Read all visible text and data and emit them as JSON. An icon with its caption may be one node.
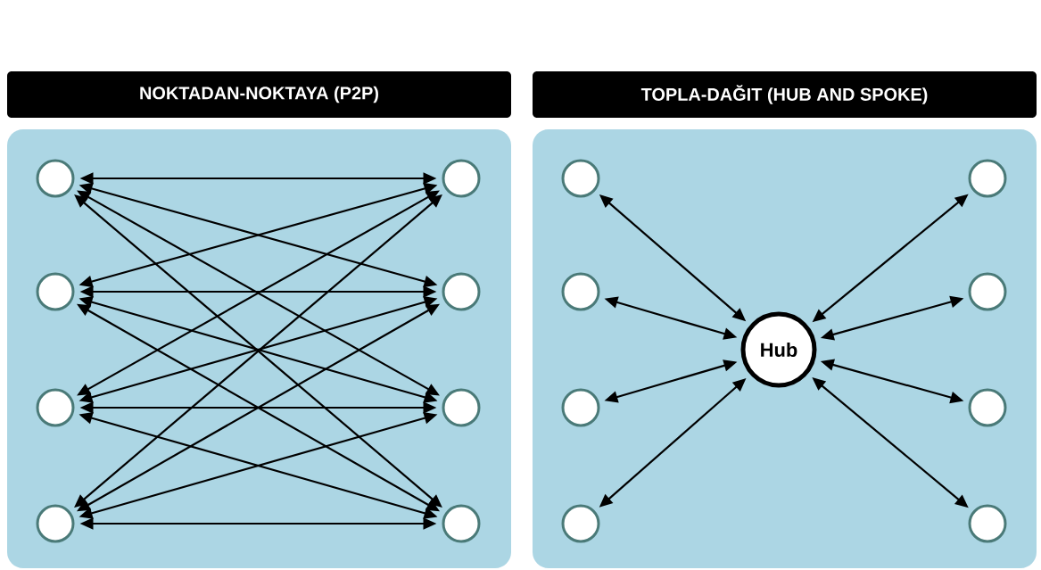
{
  "diagram": {
    "nodes": [
      {
        "text": [
          "NOKTADAN-NOKTAYA (P2P)"
        ]
      },
      {
        "text": [],
        "shape": "box"
      },
      {
        "text": [],
        "shape": "circle",
        "in": 1
      },
      {
        "text": [],
        "shape": "circle",
        "in": 1
      },
      {
        "text": [],
        "shape": "circle",
        "in": 1
      },
      {
        "text": [],
        "shape": "circle",
        "in": 1
      },
      {
        "text": [],
        "shape": "circle",
        "in": 1
      },
      {
        "text": [],
        "shape": "circle",
        "in": 1
      },
      {
        "text": [],
        "shape": "circle",
        "in": 1
      },
      {
        "text": [],
        "shape": "circle",
        "in": 1
      },
      {
        "text": [
          "TOPLA-DAĞIT (HUB AND SPOKE)"
        ]
      },
      {
        "text": [],
        "shape": "box"
      },
      {
        "text": [],
        "shape": "circle",
        "in": 11
      },
      {
        "text": [],
        "shape": "circle",
        "in": 11
      },
      {
        "text": [],
        "shape": "circle",
        "in": 11
      },
      {
        "text": [],
        "shape": "circle",
        "in": 11
      },
      {
        "text": [
          "Hub"
        ],
        "in": 11
      },
      {
        "text": [],
        "shape": "circle",
        "in": 11
      },
      {
        "text": [],
        "shape": "circle",
        "in": 11
      },
      {
        "text": [],
        "shape": "circle",
        "in": 11
      },
      {
        "text": [],
        "shape": "circle",
        "in": 11
      }
    ],
    "edges": [
      {
        "from": 2,
        "to": 3,
        "arrow": "both"
      },
      {
        "from": 2,
        "to": 5,
        "arrow": "both"
      },
      {
        "from": 2,
        "to": 7,
        "arrow": "both"
      },
      {
        "from": 2,
        "to": 9,
        "arrow": "both"
      },
      {
        "from": 4,
        "to": 3,
        "arrow": "both"
      },
      {
        "from": 4,
        "to": 5,
        "arrow": "both"
      },
      {
        "from": 4,
        "to": 7,
        "arrow": "both"
      },
      {
        "from": 4,
        "to": 9,
        "arrow": "both"
      },
      {
        "from": 6,
        "to": 3,
        "arrow": "both"
      },
      {
        "from": 6,
        "to": 5,
        "arrow": "both"
      },
      {
        "from": 6,
        "to": 7,
        "arrow": "both"
      },
      {
        "from": 6,
        "to": 9,
        "arrow": "both"
      },
      {
        "from": 8,
        "to": 3,
        "arrow": "both"
      },
      {
        "from": 8,
        "to": 5,
        "arrow": "both"
      },
      {
        "from": 8,
        "to": 7,
        "arrow": "both"
      },
      {
        "from": 8,
        "to": 9,
        "arrow": "both"
      },
      {
        "from": 12,
        "to": 16,
        "arrow": "both"
      },
      {
        "from": 13,
        "to": 16,
        "arrow": "both"
      },
      {
        "from": 14,
        "to": 16,
        "arrow": "both"
      },
      {
        "from": 15,
        "to": 16,
        "arrow": "both"
      },
      {
        "from": 17,
        "to": 16,
        "arrow": "both"
      },
      {
        "from": 18,
        "to": 16,
        "arrow": "both"
      },
      {
        "from": 19,
        "to": 16,
        "arrow": "both"
      },
      {
        "from": 20,
        "to": 16,
        "arrow": "both"
      }
    ]
  }
}
